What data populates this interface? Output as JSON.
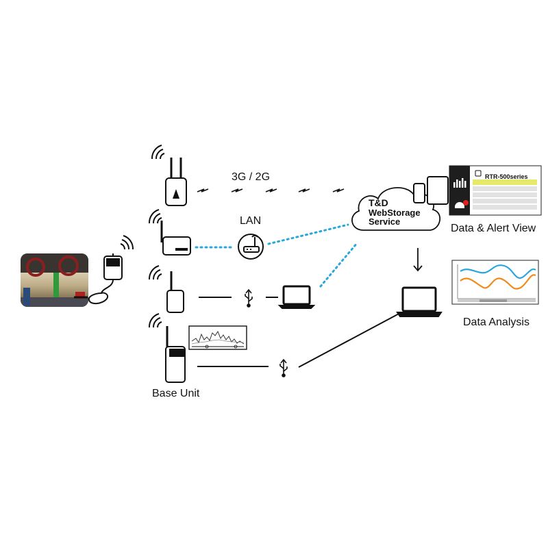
{
  "labels": {
    "network_3g2g": "3G / 2G",
    "lan": "LAN",
    "base_unit": "Base Unit",
    "data_alert_view": "Data & Alert View",
    "data_analysis": "Data Analysis"
  },
  "cloud": {
    "line1": "T&D",
    "line2": "WebStorage",
    "line3": "Service"
  },
  "alert_screen": {
    "product": "RTR-500series"
  },
  "colors": {
    "link_dotted": "#2aa6dd",
    "series_blue": "#2aa6dd",
    "series_orange": "#f08a1c",
    "highlight_row": "#e6ea6a",
    "alert_red": "#e02020"
  }
}
